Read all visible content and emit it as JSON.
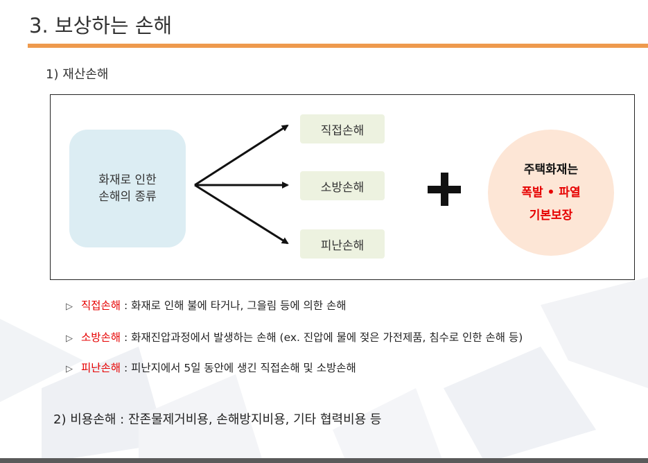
{
  "title": "3. 보상하는 손해",
  "section1": {
    "label": "1) 재산손해"
  },
  "diagram": {
    "source_line1": "화재로 인한",
    "source_line2": "손해의 종류",
    "targets": [
      "직접손해",
      "소방손해",
      "피난손해"
    ],
    "basic_line1": "주택화재는",
    "basic_line2": "폭발 • 파열",
    "basic_line3": "기본보장"
  },
  "bullets": [
    {
      "term": "직접손해",
      "desc": " : 화재로 인해 불에 타거나,  그을림 등에 의한 손해"
    },
    {
      "term": "소방손해",
      "desc": " : 화재진압과정에서 발생하는 손해 (ex. 진압에 물에 젖은 가전제품, 침수로 인한 손해 등)"
    },
    {
      "term": "피난손해",
      "desc": " : 피난지에서 5일 동안에 생긴 직접손해 및 소방손해"
    }
  ],
  "section2": {
    "label": "2) 비용손해 : 잔존물제거비용,  손해방지비용, 기타 협력비용 등"
  },
  "colors": {
    "accent_bar": "#ee9a4d",
    "term_red": "#e60000",
    "source_fill": "#dcedf3",
    "target_fill": "#edf2e0",
    "circle_fill": "#fde6d6"
  }
}
